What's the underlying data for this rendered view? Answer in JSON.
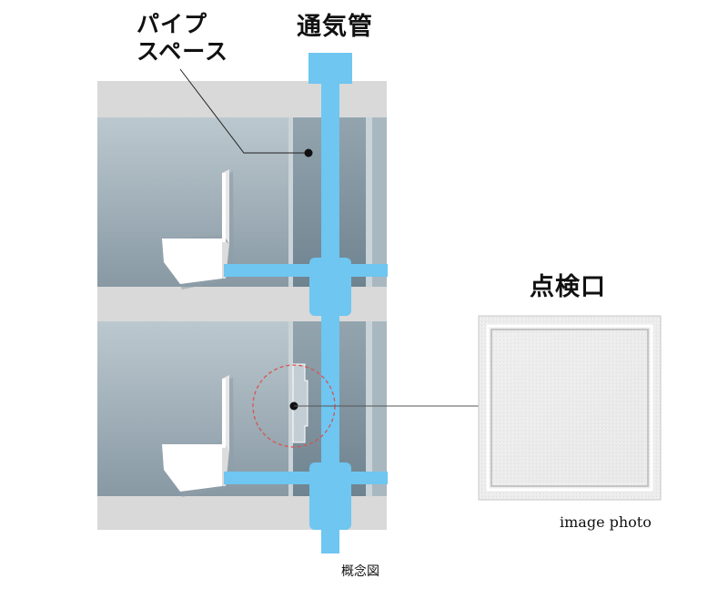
{
  "labels": {
    "pipe_space_line1": "パイプ",
    "pipe_space_line2": "スペース",
    "vent_pipe": "通気管",
    "inspection_port": "点検口",
    "image_photo": "image photo",
    "concept_diagram": "概念図"
  },
  "colors": {
    "slab": "#d8d8d8",
    "wall_top": "#b9c6cd",
    "wall_bottom": "#8a9ba6",
    "pipe_space": "#7d8f9b",
    "pipe": "#6ec6f1",
    "inspection_circle": "#d9534f"
  }
}
